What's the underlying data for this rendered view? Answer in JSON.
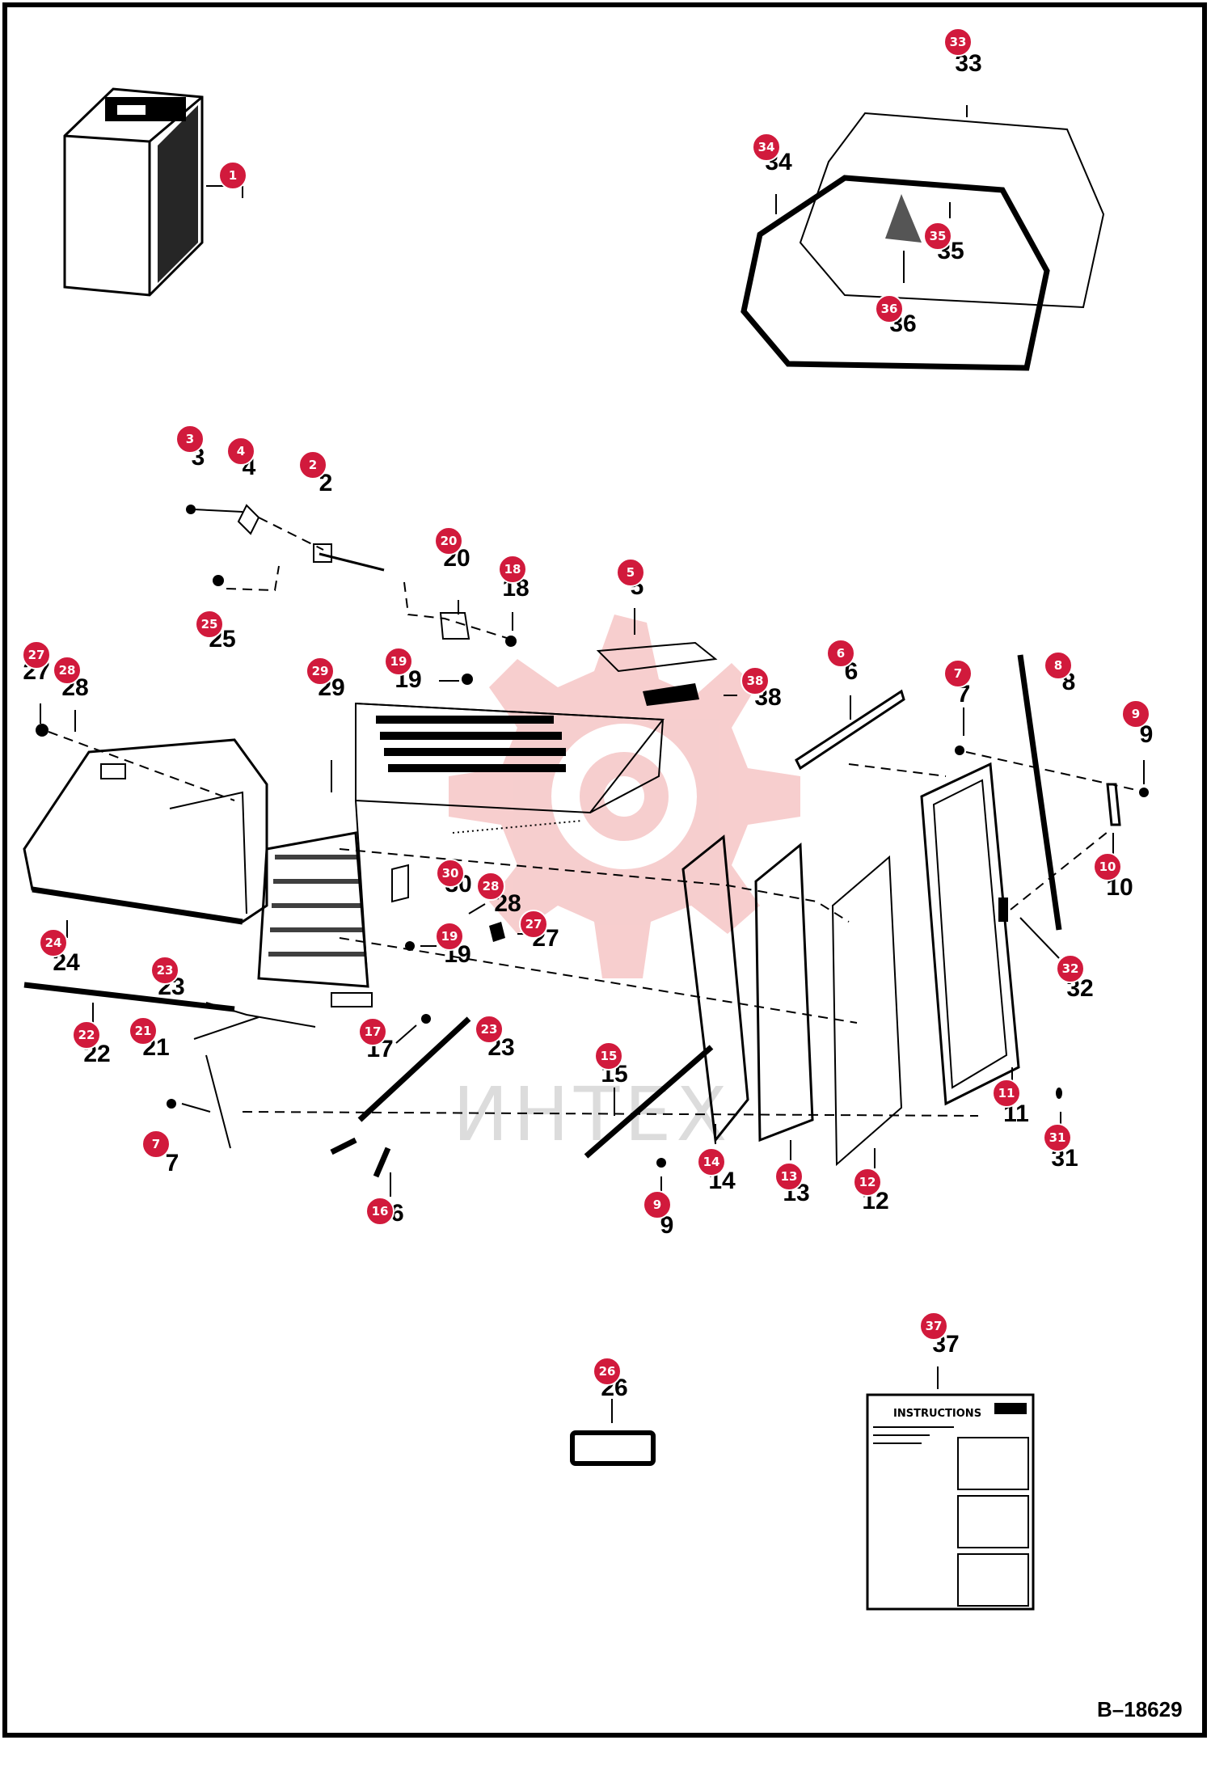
{
  "figure_ref": "B–18629",
  "watermark": "ИНТЕХ",
  "instruction_sheet_title": "INSTRUCTIONS",
  "parts": [
    {
      "id": "p1",
      "label": "1"
    },
    {
      "id": "p2",
      "label": "2"
    },
    {
      "id": "p3",
      "label": "3"
    },
    {
      "id": "p4",
      "label": "4"
    },
    {
      "id": "p5",
      "label": "5"
    },
    {
      "id": "p6",
      "label": "6"
    },
    {
      "id": "p7a",
      "label": "7"
    },
    {
      "id": "p7b",
      "label": "7"
    },
    {
      "id": "p8",
      "label": "8"
    },
    {
      "id": "p9a",
      "label": "9"
    },
    {
      "id": "p9b",
      "label": "9"
    },
    {
      "id": "p10",
      "label": "10"
    },
    {
      "id": "p11",
      "label": "11"
    },
    {
      "id": "p12",
      "label": "12"
    },
    {
      "id": "p13",
      "label": "13"
    },
    {
      "id": "p14",
      "label": "14"
    },
    {
      "id": "p15",
      "label": "15"
    },
    {
      "id": "p16",
      "label": "16"
    },
    {
      "id": "p17",
      "label": "17"
    },
    {
      "id": "p18",
      "label": "18"
    },
    {
      "id": "p19a",
      "label": "19"
    },
    {
      "id": "p19b",
      "label": "19"
    },
    {
      "id": "p20",
      "label": "20"
    },
    {
      "id": "p21",
      "label": "21"
    },
    {
      "id": "p22",
      "label": "22"
    },
    {
      "id": "p23a",
      "label": "23"
    },
    {
      "id": "p23b",
      "label": "23"
    },
    {
      "id": "p24",
      "label": "24"
    },
    {
      "id": "p25",
      "label": "25"
    },
    {
      "id": "p26",
      "label": "26"
    },
    {
      "id": "p27a",
      "label": "27"
    },
    {
      "id": "p27b",
      "label": "27"
    },
    {
      "id": "p28a",
      "label": "28"
    },
    {
      "id": "p28b",
      "label": "28"
    },
    {
      "id": "p29",
      "label": "29"
    },
    {
      "id": "p30",
      "label": "30"
    },
    {
      "id": "p31",
      "label": "31"
    },
    {
      "id": "p32",
      "label": "32"
    },
    {
      "id": "p33",
      "label": "33"
    },
    {
      "id": "p34",
      "label": "34"
    },
    {
      "id": "p35",
      "label": "35"
    },
    {
      "id": "p36",
      "label": "36"
    },
    {
      "id": "p37",
      "label": "37"
    },
    {
      "id": "p38",
      "label": "38"
    }
  ],
  "colors": {
    "callout_badge": "#d11a3c",
    "watermark_logo": "#f6c9c9",
    "watermark_text": "#dcdcdc",
    "ink": "#000000"
  }
}
